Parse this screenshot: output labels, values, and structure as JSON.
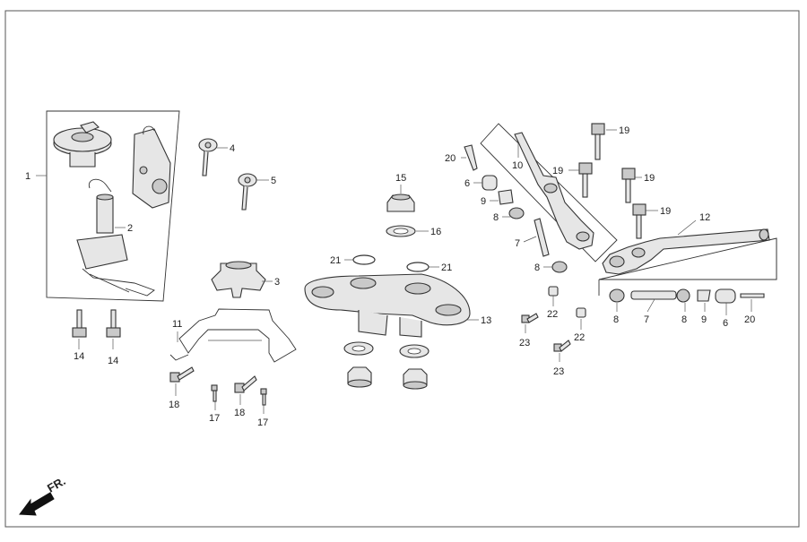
{
  "diagram": {
    "front_label": "FR.",
    "callouts": {
      "c1": "1",
      "c2": "2",
      "c3": "3",
      "c4": "4",
      "c5": "5",
      "c6a": "6",
      "c6b": "6",
      "c7a": "7",
      "c7b": "7",
      "c8a": "8",
      "c8b": "8",
      "c8c": "8",
      "c8d": "8",
      "c9a": "9",
      "c9b": "9",
      "c10": "10",
      "c11": "11",
      "c12": "12",
      "c13": "13",
      "c14a": "14",
      "c14b": "14",
      "c15": "15",
      "c16": "16",
      "c17a": "17",
      "c17b": "17",
      "c18a": "18",
      "c18b": "18",
      "c19a": "19",
      "c19b": "19",
      "c19c": "19",
      "c19d": "19",
      "c20a": "20",
      "c20b": "20",
      "c21a": "21",
      "c21b": "21",
      "c22a": "22",
      "c22b": "22",
      "c23a": "23",
      "c23b": "23"
    }
  }
}
